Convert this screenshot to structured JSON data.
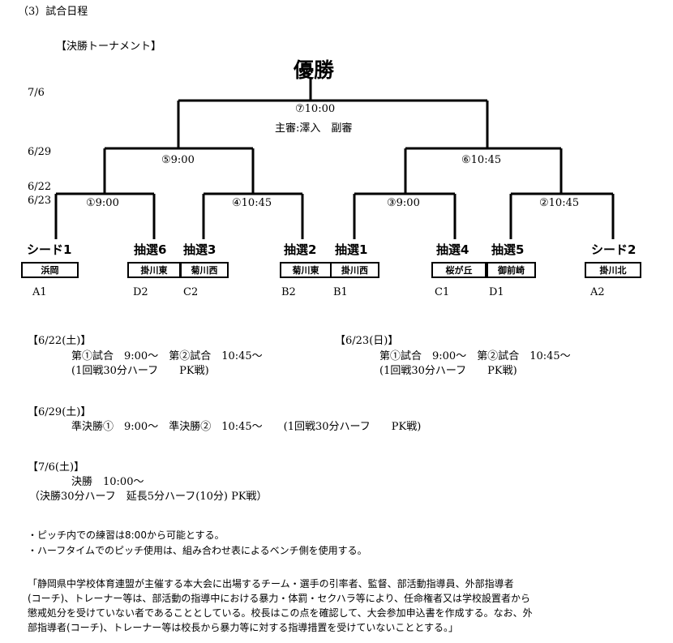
{
  "section_title": "（3）試合日程",
  "tournament_title": "【決勝トーナメント】",
  "champion": "優勝",
  "dates": {
    "final": "7/6",
    "semi": "6/29",
    "first_a": "6/22",
    "first_b": "6/23"
  },
  "matches": {
    "m7": "⑦10:00",
    "referee": "主審:澤入　副審",
    "m5": "⑤9:00",
    "m6": "⑥10:45",
    "m1": "①9:00",
    "m4": "④10:45",
    "m3": "③9:00",
    "m2": "②10:45"
  },
  "slots": [
    {
      "label": "シード1",
      "team": "浜岡",
      "code": "A1"
    },
    {
      "label": "抽選6",
      "team": "掛川東",
      "code": "D2"
    },
    {
      "label": "抽選3",
      "team": "菊川西",
      "code": "C2"
    },
    {
      "label": "抽選2",
      "team": "菊川東",
      "code": "B2"
    },
    {
      "label": "抽選1",
      "team": "掛川西",
      "code": "B1"
    },
    {
      "label": "抽選4",
      "team": "桜が丘",
      "code": "C1"
    },
    {
      "label": "抽選5",
      "team": "御前崎",
      "code": "D1"
    },
    {
      "label": "シード2",
      "team": "掛川北",
      "code": "A2"
    }
  ],
  "schedule": {
    "d622": {
      "date": "【6/22(土)】",
      "line1": "第①試合　9:00～　第②試合　10:45～",
      "line2": "(1回戦30分ハーフ　　PK戦)"
    },
    "d623": {
      "date": "【6/23(日)】",
      "line1": "第①試合　9:00～　第②試合　10:45～",
      "line2": "(1回戦30分ハーフ　　PK戦)"
    },
    "d629": {
      "date": "【6/29(土)】",
      "line1": "準決勝①　9:00～　準決勝②　10:45～　　(1回戦30分ハーフ　　PK戦)"
    },
    "d706": {
      "date": "【7/6(土)】",
      "line1": "決勝　10:00～",
      "line2": "（決勝30分ハーフ　延長5分ハーフ(10分)  PK戦）"
    }
  },
  "notes": [
    "・ピッチ内での練習は8:00から可能とする。",
    "・ハーフタイムでのピッチ使用は、組み合わせ表によるベンチ側を使用する。"
  ],
  "statement": [
    "「静岡県中学校体育連盟が主催する本大会に出場するチーム・選手の引率者、監督、部活動指導員、外部指導者",
    "(コーチ)、トレーナー等は、部活動の指導中における暴力・体罰・セクハラ等により、任命権者又は学校設置者から",
    "懲戒処分を受けていない者であることとしている。校長はこの点を確認して、大会参加申込書を作成する。なお、外",
    "部指導者(コーチ)、トレーナー等は校長から暴力等に対する指導措置を受けていないこととする。」"
  ]
}
